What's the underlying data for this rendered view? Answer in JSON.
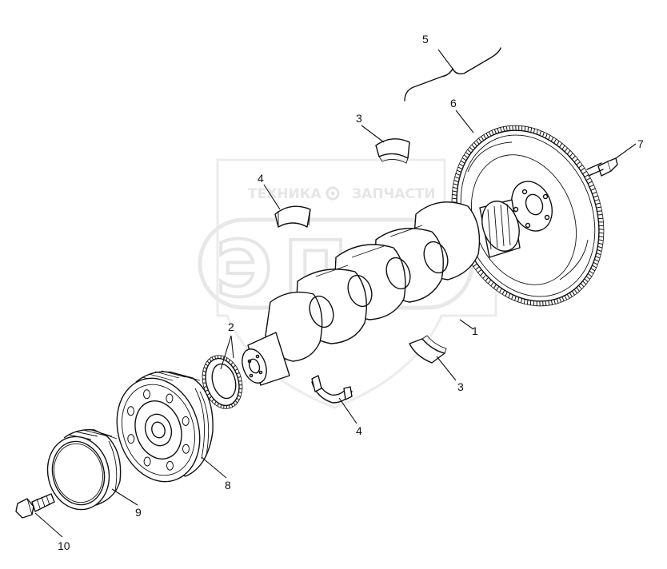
{
  "watermark": {
    "text_left": "ТЕХНИКА",
    "text_right": "ЗАПЧАСТИ",
    "logo_letters": "ЭПФ",
    "color": "#e6e6e6"
  },
  "callouts": [
    {
      "id": "1",
      "label": "1"
    },
    {
      "id": "2",
      "label": "2"
    },
    {
      "id": "3a",
      "label": "3"
    },
    {
      "id": "3b",
      "label": "3"
    },
    {
      "id": "4a",
      "label": "4"
    },
    {
      "id": "4b",
      "label": "4"
    },
    {
      "id": "5",
      "label": "5"
    },
    {
      "id": "6",
      "label": "6"
    },
    {
      "id": "7",
      "label": "7"
    },
    {
      "id": "8",
      "label": "8"
    },
    {
      "id": "9",
      "label": "9"
    },
    {
      "id": "10",
      "label": "10"
    }
  ],
  "parts": [
    {
      "ref": "1",
      "icon": "crankshaft-icon"
    },
    {
      "ref": "2",
      "icon": "timing-gear-icon"
    },
    {
      "ref": "3",
      "icon": "main-bearing-shell-icon"
    },
    {
      "ref": "4",
      "icon": "thrust-bearing-shell-icon"
    },
    {
      "ref": "5",
      "icon": "flywheel-assembly-bracket"
    },
    {
      "ref": "6",
      "icon": "flywheel-icon"
    },
    {
      "ref": "7",
      "icon": "flywheel-bolt-icon"
    },
    {
      "ref": "8",
      "icon": "damper-pulley-icon"
    },
    {
      "ref": "9",
      "icon": "pulley-icon"
    },
    {
      "ref": "10",
      "icon": "pulley-bolt-icon"
    }
  ]
}
